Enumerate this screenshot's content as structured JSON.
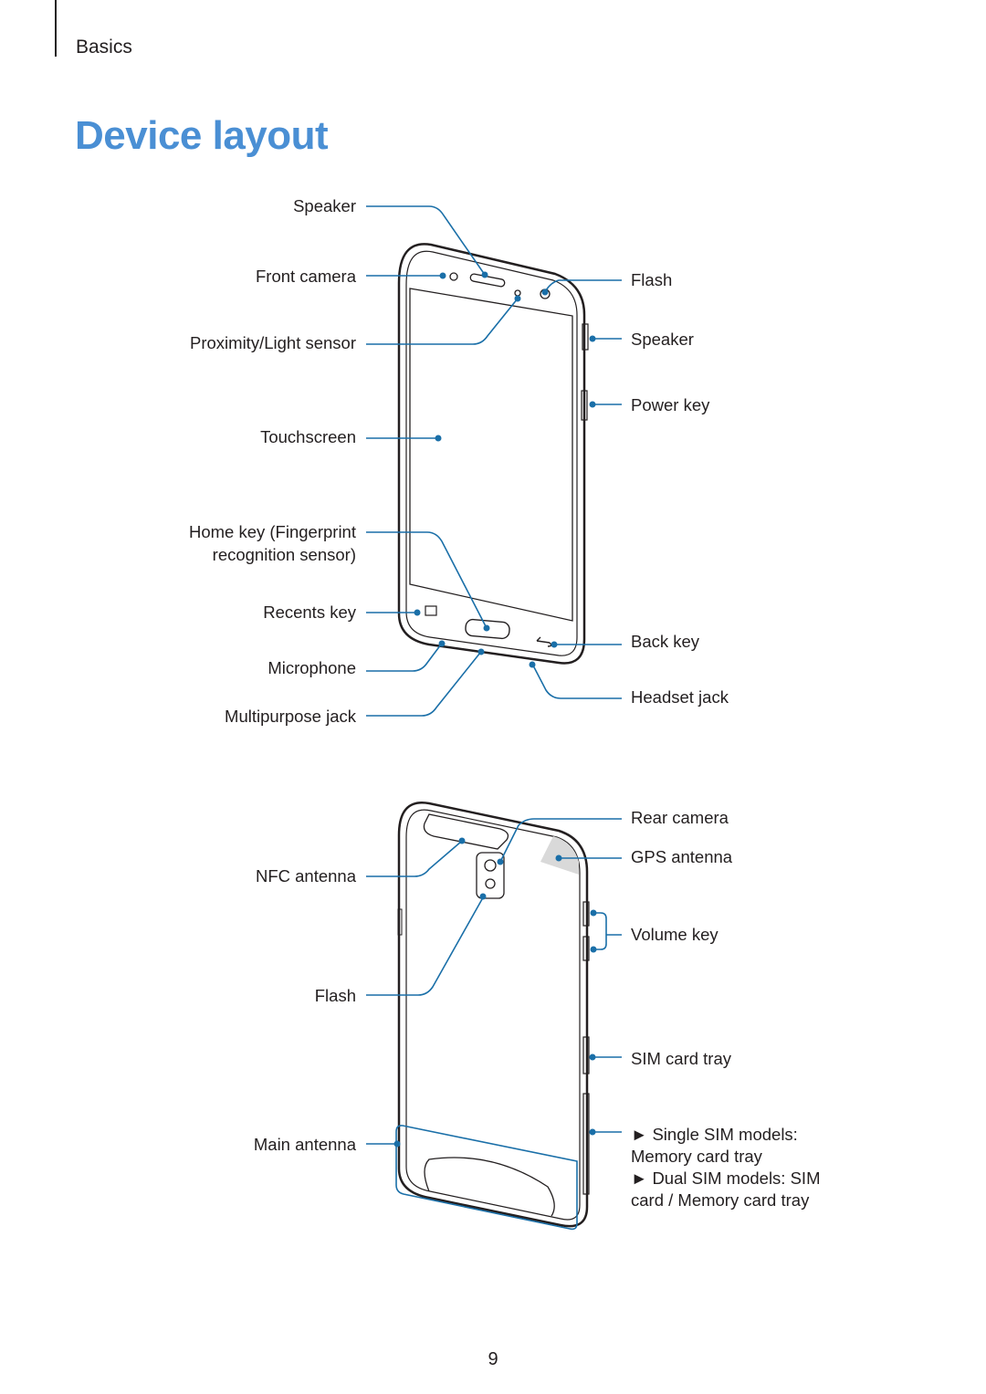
{
  "header": {
    "section": "Basics",
    "title": "Device layout"
  },
  "front_view": {
    "left_labels": {
      "speaker": "Speaker",
      "front_camera": "Front camera",
      "proximity_sensor": "Proximity/Light sensor",
      "touchscreen": "Touchscreen",
      "home_key_line1": "Home key (Fingerprint",
      "home_key_line2": "recognition sensor)",
      "recents_key": "Recents key",
      "microphone": "Microphone",
      "multipurpose_jack": "Multipurpose jack"
    },
    "right_labels": {
      "flash": "Flash",
      "speaker": "Speaker",
      "power_key": "Power key",
      "back_key": "Back key",
      "headset_jack": "Headset jack"
    }
  },
  "back_view": {
    "left_labels": {
      "nfc_antenna": "NFC antenna",
      "flash": "Flash",
      "main_antenna": "Main antenna"
    },
    "right_labels": {
      "rear_camera": "Rear camera",
      "gps_antenna": "GPS antenna",
      "volume_key": "Volume key",
      "sim_card_tray": "SIM card tray",
      "single_sim_note": "► Single SIM models: Memory card tray",
      "dual_sim_note": "► Dual SIM models: SIM card / Memory card tray"
    }
  },
  "footer": {
    "page_number": "9"
  },
  "colors": {
    "title": "#4a8fd4",
    "callout": "#1a6fa8",
    "text": "#231f20"
  }
}
